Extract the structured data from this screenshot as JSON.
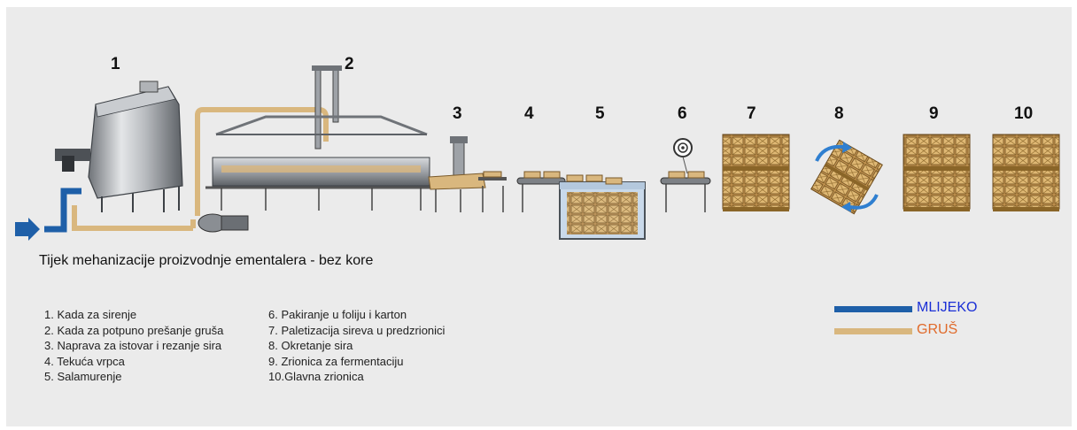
{
  "colors": {
    "background": "#ebebeb",
    "milk": "#1e5fa8",
    "curd": "#d9b77e",
    "milk_label": "#1a2fd6",
    "curd_label": "#e06a2a"
  },
  "steps": [
    "1",
    "2",
    "3",
    "4",
    "5",
    "6",
    "7",
    "8",
    "9",
    "10"
  ],
  "title": "Tijek mehanizacije proizvodnje ementalera - bez kore",
  "legend_left": [
    "1. Kada za sirenje",
    "2. Kada za potpuno prešanje gruša",
    "3. Naprava za istovar i rezanje sira",
    "4. Tekuća vrpca",
    "5. Salamurenje"
  ],
  "legend_right": [
    "6. Pakiranje u foliju i karton",
    "7. Paletizacija sireva u predzrionici",
    "8. Okretanje sira",
    "9. Zrionica za fermentaciju",
    "10.Glavna zrionica"
  ],
  "key": {
    "milk_label": "MLIJEKO",
    "curd_label": "GRUŠ"
  },
  "icons": [
    "inflow-arrow-icon",
    "cheese-vat-icon",
    "press-vat-icon",
    "cutting-machine-icon",
    "conveyor-icon",
    "brine-tank-icon",
    "film-roll-icon",
    "pallet-icon",
    "rotation-arrows-icon"
  ]
}
